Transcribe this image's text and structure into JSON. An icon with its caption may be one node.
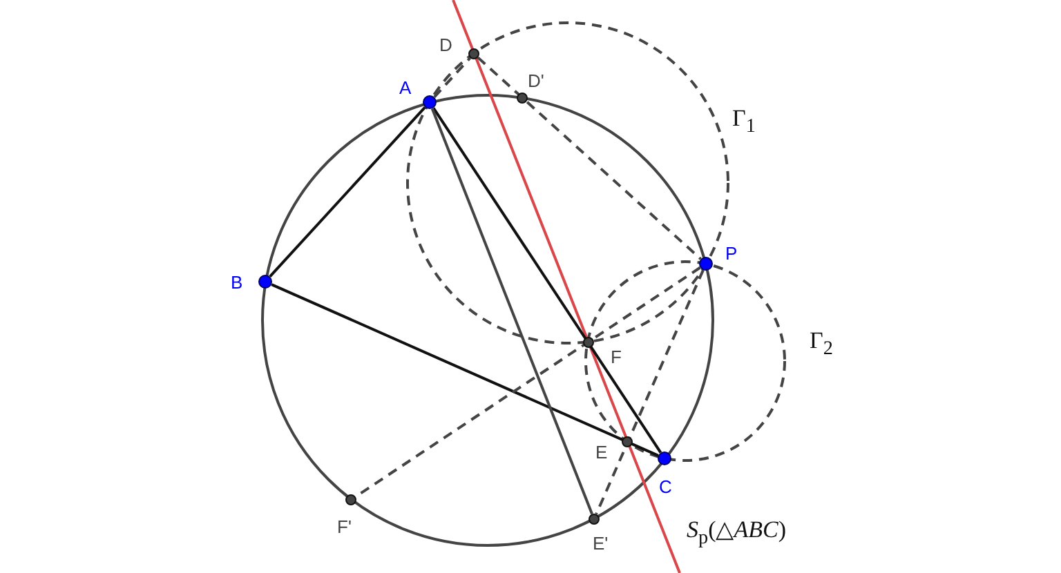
{
  "diagram": {
    "nodes": [
      {
        "text": [
          "A"
        ]
      },
      {
        "text": [
          "B"
        ]
      },
      {
        "text": [
          "C"
        ]
      },
      {
        "text": [
          "P"
        ]
      },
      {
        "text": [
          "D"
        ]
      },
      {
        "text": [
          "D'"
        ]
      },
      {
        "text": [
          "F"
        ]
      },
      {
        "text": [
          "E"
        ]
      },
      {
        "text": [
          "E'"
        ]
      },
      {
        "text": [
          "F'"
        ]
      }
    ],
    "edges": [
      {
        "from": 0,
        "to": 1,
        "arrow": "none",
        "color": "#111111"
      },
      {
        "from": 0,
        "to": 2,
        "arrow": "none",
        "color": "#111111"
      },
      {
        "from": 1,
        "to": 2,
        "arrow": "none",
        "color": "#111111"
      },
      {
        "from": 0,
        "to": 8,
        "arrow": "none"
      },
      {
        "from": 0,
        "to": 4,
        "arrow": "none",
        "style": "dashed"
      },
      {
        "from": 4,
        "to": 3,
        "arrow": "none",
        "style": "dashed"
      },
      {
        "from": 3,
        "to": 9,
        "arrow": "none",
        "style": "dashed"
      },
      {
        "from": 3,
        "to": 8,
        "arrow": "none",
        "style": "dashed"
      }
    ],
    "labels": [
      "Γ$_{1}$",
      "Γ$_{2}$",
      "*S*$_{p}$(△*ABC*)"
    ]
  }
}
